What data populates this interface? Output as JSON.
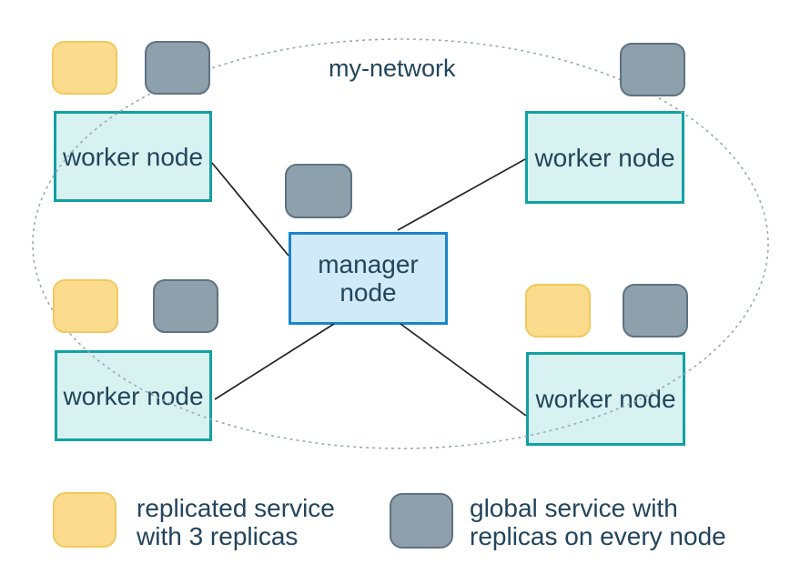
{
  "network": {
    "label": "my-network"
  },
  "nodes": {
    "manager": {
      "label": "manager node"
    },
    "worker_top_left": {
      "label": "worker node"
    },
    "worker_top_right": {
      "label": "worker node"
    },
    "worker_bottom_left": {
      "label": "worker node"
    },
    "worker_bottom_right": {
      "label": "worker node"
    }
  },
  "services": {
    "chips": [
      {
        "type": "replicated",
        "at": "worker-top-left"
      },
      {
        "type": "global",
        "at": "worker-top-left"
      },
      {
        "type": "global",
        "at": "worker-top-right"
      },
      {
        "type": "global",
        "at": "manager"
      },
      {
        "type": "replicated",
        "at": "worker-bottom-left"
      },
      {
        "type": "global",
        "at": "worker-bottom-left"
      },
      {
        "type": "replicated",
        "at": "worker-bottom-right"
      },
      {
        "type": "global",
        "at": "worker-bottom-right"
      }
    ]
  },
  "legend": {
    "replicated": {
      "line1": "replicated service",
      "line2": "with 3 replicas"
    },
    "global": {
      "line1": "global service with",
      "line2": "replicas on every node"
    }
  },
  "colors": {
    "worker_fill": "#d8f2f1",
    "worker_border": "#12a1a3",
    "manager_fill": "#d0eafa",
    "manager_border": "#1a86c9",
    "replicated_fill": "#fbdc8e",
    "replicated_border": "#f3c85e",
    "global_fill": "#8fa0ad",
    "global_border": "#5e7282",
    "network_dash": "#9aa8b4",
    "connector": "#222222",
    "text": "#22455c"
  }
}
